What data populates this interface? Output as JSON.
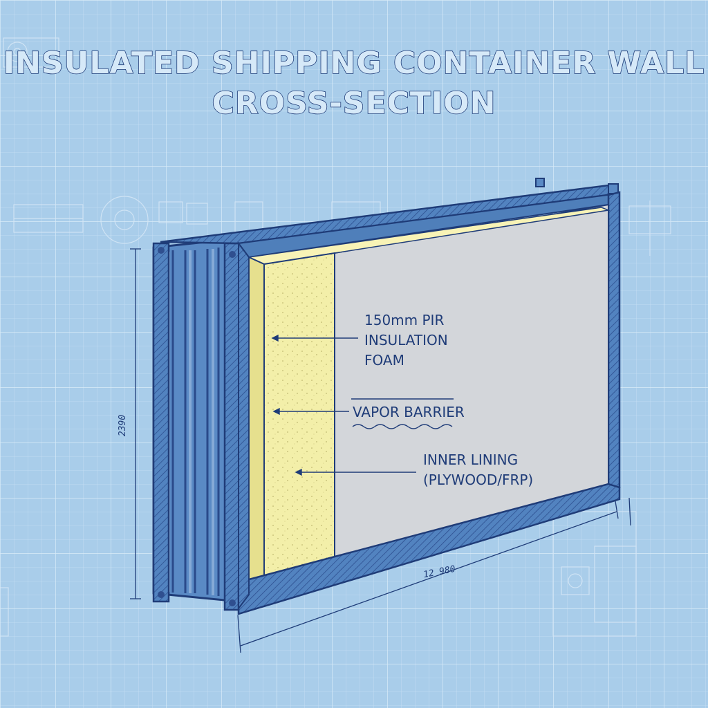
{
  "title": {
    "line1": "INSULATED SHIPPING CONTAINER WALL",
    "line2": "CROSS-SECTION"
  },
  "callouts": {
    "insulation": "150mm PIR\nINSULATION\nFOAM",
    "vapor_barrier": "VAPOR BARRIER",
    "inner_lining": "INNER LINING\n(PLYWOOD/FRP)"
  },
  "dimensions": {
    "height": "2390",
    "length": "12 980"
  },
  "colors": {
    "background": "#a9cdea",
    "steel": "#4f7fba",
    "outline": "#1f3c78",
    "insulation": "#f4f1b0",
    "lining": "#d3d6da"
  }
}
